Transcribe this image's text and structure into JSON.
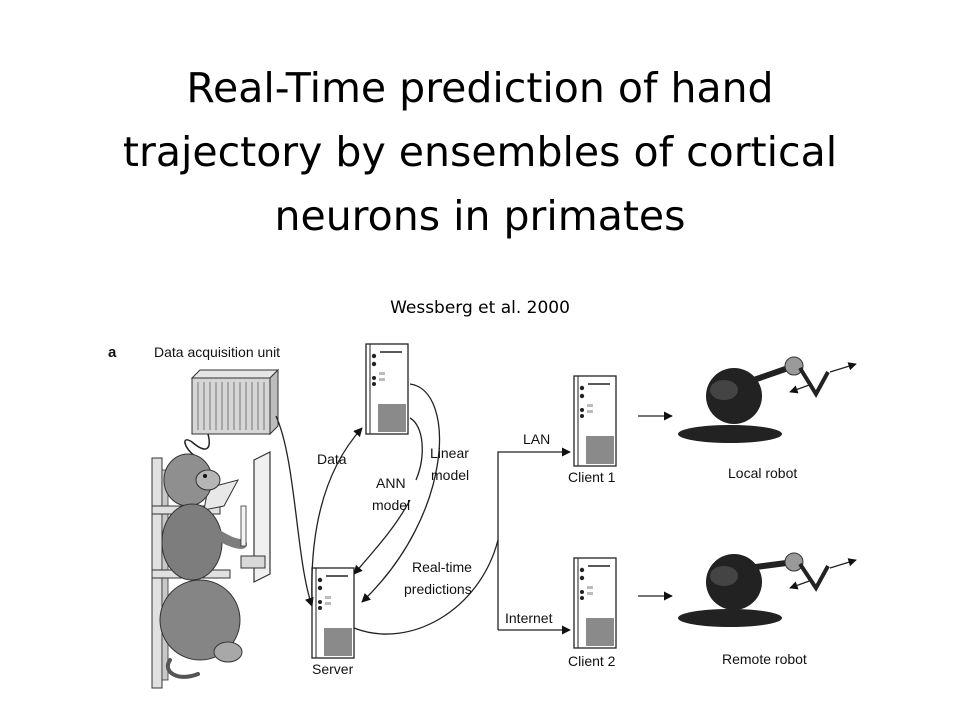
{
  "title_lines": [
    "Real-Time prediction of hand",
    "trajectory by ensembles of cortical",
    "neurons in primates"
  ],
  "citation": "Wessberg et al. 2000",
  "diagram": {
    "panel_letter": "a",
    "labels": {
      "data_acquisition": "Data acquisition unit",
      "data": "Data",
      "ann_1": "ANN",
      "ann_2": "model",
      "linear_1": "Linear",
      "linear_2": "model",
      "realtime_1": "Real-time",
      "realtime_2": "predictions",
      "lan": "LAN",
      "internet": "Internet",
      "client1": "Client 1",
      "client2": "Client 2",
      "server": "Server",
      "local_robot": "Local robot",
      "remote_robot": "Remote robot"
    }
  }
}
